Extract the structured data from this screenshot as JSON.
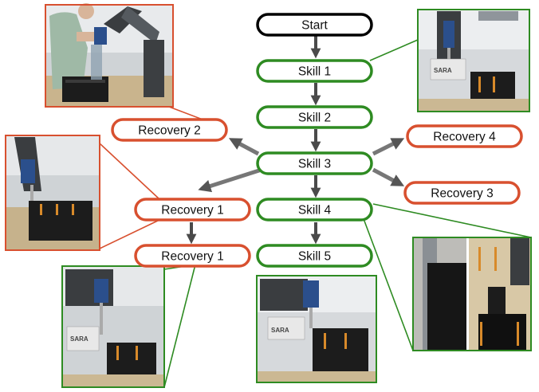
{
  "colors": {
    "success": "#2e8b22",
    "recovery": "#d8502f",
    "start": "#000000",
    "arrow": "#7a7a7a",
    "arrow_dark": "#4a4a4a"
  },
  "nodes": {
    "start": "Start",
    "skill_1": "Skill 1",
    "skill_2": "Skill 2",
    "skill_3": "Skill 3",
    "skill_4": "Skill 4",
    "skill_5": "Skill 5",
    "recovery_2": "Recovery 2",
    "recovery_4": "Recovery 4",
    "recovery_3": "Recovery 3",
    "recovery_1a": "Recovery 1",
    "recovery_1b": "Recovery 1"
  },
  "photo_labels": {
    "sara": "SARA"
  }
}
